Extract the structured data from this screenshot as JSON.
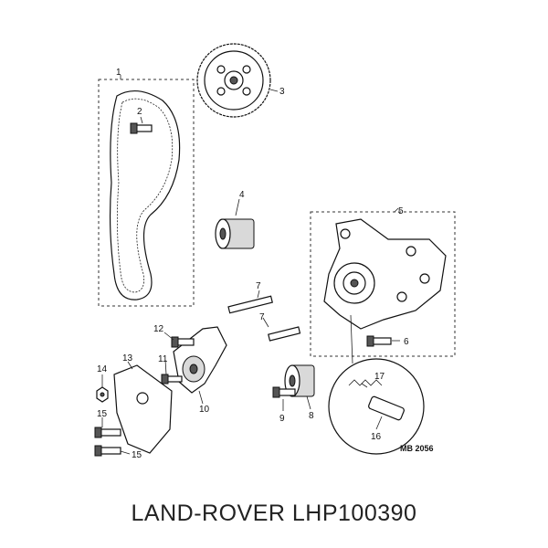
{
  "caption": "LAND-ROVER LHP100390",
  "diagram_ref": "MB 2056",
  "callouts": [
    "1",
    "2",
    "3",
    "4",
    "5",
    "6",
    "7",
    "7",
    "8",
    "9",
    "10",
    "11",
    "12",
    "13",
    "14",
    "15",
    "15",
    "16",
    "17"
  ]
}
